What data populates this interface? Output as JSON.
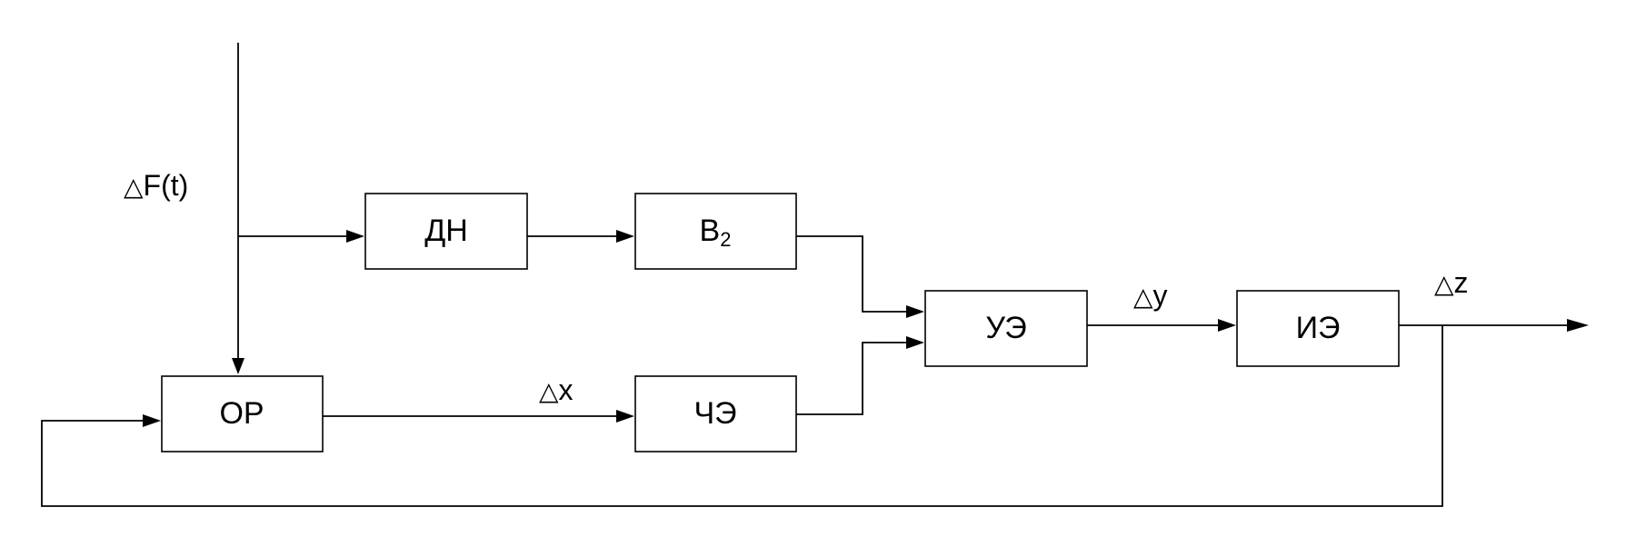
{
  "blocks": {
    "dn": "ДН",
    "b2_main": "В",
    "b2_sub": "2",
    "ue": "УЭ",
    "ie": "ИЭ",
    "or": "ОР",
    "che": "ЧЭ"
  },
  "signals": {
    "delta_symbol": "△",
    "disturbance": "F(t)",
    "x": "x",
    "y": "y",
    "z": "z"
  },
  "colors": {
    "line": "#000000",
    "background": "#ffffff"
  }
}
